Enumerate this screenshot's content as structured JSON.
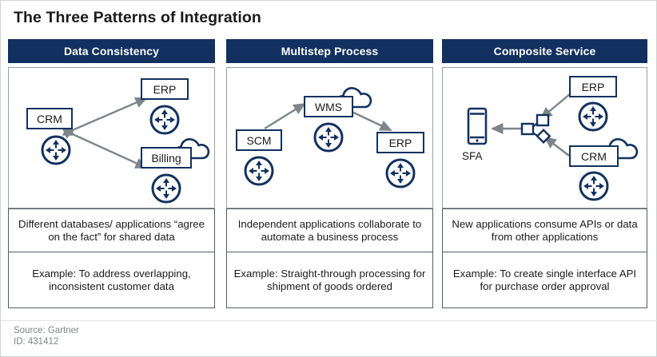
{
  "title": "The Three Patterns of Integration",
  "colors": {
    "header_navy": "#123160",
    "icon_navy": "#123160",
    "arrow_gray": "#7d858a",
    "panel_border": "#9aa0a6",
    "text_border": "#555c61",
    "source_gray": "#808588"
  },
  "columns": [
    {
      "header": "Data Consistency",
      "description": "Different databases/ applications “agree on the fact” for shared data",
      "example": "Example: To address overlapping, inconsistent customer data",
      "nodes": [
        {
          "label": "CRM",
          "icon": "integration-gear-icon"
        },
        {
          "label": "ERP",
          "icon": "integration-gear-icon"
        },
        {
          "label": "Billing",
          "icon": "integration-gear-icon",
          "cloud": true
        }
      ],
      "connections": [
        {
          "from": "CRM",
          "to": "ERP",
          "style": "double-arrow"
        },
        {
          "from": "CRM",
          "to": "Billing",
          "style": "double-arrow"
        }
      ]
    },
    {
      "header": "Multistep Process",
      "description": "Independent applications collaborate to automate a business process",
      "example": "Example: Straight-through processing for shipment of goods ordered",
      "nodes": [
        {
          "label": "SCM",
          "icon": "integration-gear-icon"
        },
        {
          "label": "WMS",
          "icon": "integration-gear-icon",
          "cloud": true
        },
        {
          "label": "ERP",
          "icon": "integration-gear-icon"
        }
      ],
      "connections": [
        {
          "from": "SCM",
          "to": "WMS",
          "style": "single-arrow"
        },
        {
          "from": "WMS",
          "to": "ERP",
          "style": "single-arrow"
        }
      ]
    },
    {
      "header": "Composite Service",
      "description": "New applications consume APIs or data from other applications",
      "example": "Example: To create single interface API for purchase order approval",
      "nodes": [
        {
          "label": "SFA",
          "icon": "smartphone-icon"
        },
        {
          "label": "ERP",
          "icon": "integration-gear-icon"
        },
        {
          "label": "CRM",
          "icon": "integration-gear-icon",
          "cloud": true
        },
        {
          "label": "",
          "icon": "api-node-cluster-icon"
        }
      ],
      "connections": [
        {
          "from": "ERP",
          "to": "api-node-cluster",
          "style": "single-arrow"
        },
        {
          "from": "CRM",
          "to": "api-node-cluster",
          "style": "single-arrow"
        },
        {
          "from": "api-node-cluster",
          "to": "SFA",
          "style": "single-arrow"
        }
      ]
    }
  ],
  "source": {
    "line1": "Source: Gartner",
    "line2": "ID: 431412"
  }
}
